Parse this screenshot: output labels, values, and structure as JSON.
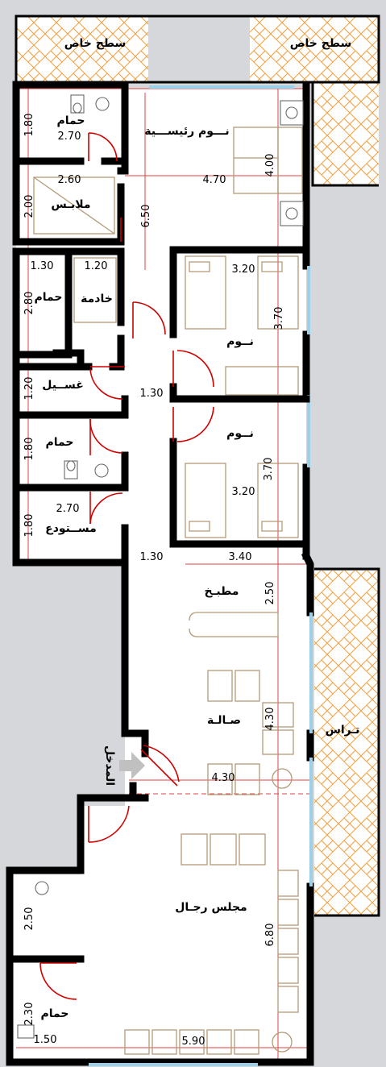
{
  "rooms": {
    "private_roof_left": "سطح خاص",
    "private_roof_right": "سطح خاص",
    "bath_master": "حمام",
    "master_bedroom": "نـــوم رئيســـية",
    "dressing": "ملابـس",
    "bath_maid": "حمام",
    "maid_room": "خادمة",
    "laundry": "غســيل",
    "bedroom_1": "نــوم",
    "bedroom_2": "نــوم",
    "bath_mid": "حمام",
    "storage": "مســتودع",
    "kitchen": "مطبـخ",
    "hall": "صـالـة",
    "terrace": "تـراس",
    "entrance": "المدخل",
    "men_majlis": "مجلس رجـال",
    "bath_bottom": "حمام"
  },
  "dimensions": {
    "bath_master_h": "1.80",
    "bath_master_w": "2.70",
    "dressing_w": "2.60",
    "master_w": "4.70",
    "master_h": "4.00",
    "dressing_h": "2.00",
    "corridor_h": "6.50",
    "bath_maid_w": "1.30",
    "maid_w": "1.20",
    "bath_maid_h": "2.80",
    "bed1_w": "3.20",
    "bed1_h": "3.70",
    "laundry_h": "1.20",
    "corridor_w": "1.30",
    "bath_mid_h": "1.80",
    "bed2_h": "3.70",
    "bed2_w": "3.20",
    "storage_w": "2.70",
    "storage_h": "1.80",
    "corridor_w2": "1.30",
    "kitchen_w": "3.40",
    "kitchen_h": "2.50",
    "hall_h": "4.30",
    "hall_w": "4.30",
    "majlis_h": "6.80",
    "bath_bottom_h1": "2.50",
    "bath_bottom_h2": "2.30",
    "bath_bottom_w": "1.50",
    "majlis_w": "5.90"
  }
}
